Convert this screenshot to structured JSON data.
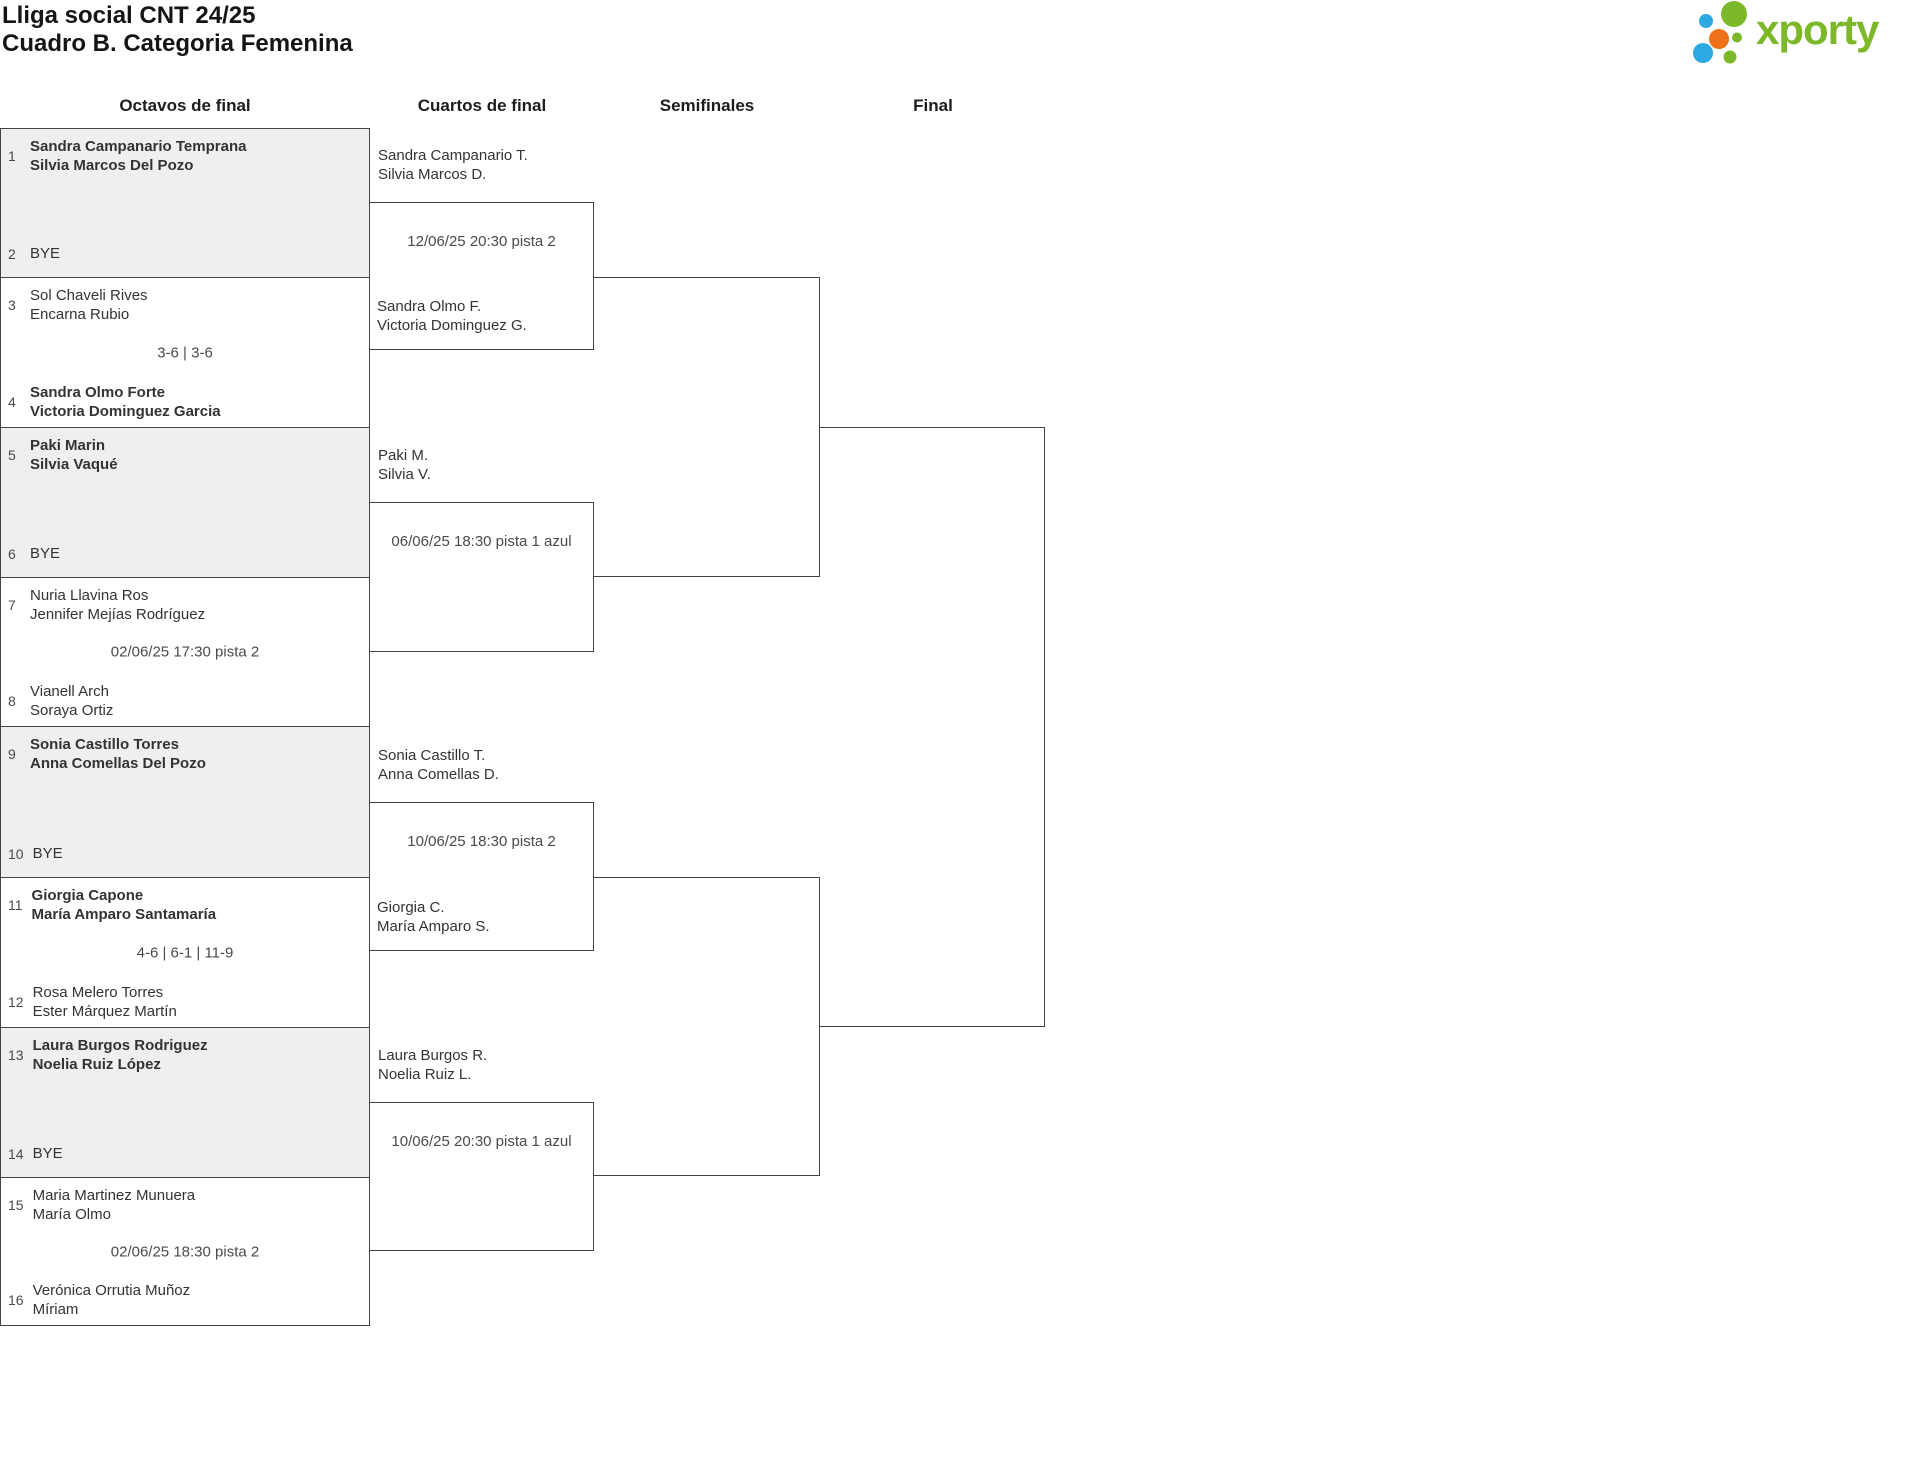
{
  "title": {
    "line1": "Lliga social CNT 24/25",
    "line2": "Cuadro B. Categoria Femenina"
  },
  "logo": {
    "text": "xporty",
    "green": "#7cb829",
    "blue": "#2da9e1",
    "orange": "#ed7117"
  },
  "round_headers": [
    "Octavos de final",
    "Cuartos de final",
    "Semifinales",
    "Final"
  ],
  "octavos": [
    {
      "seed1": "1",
      "team1": [
        "Sandra Campanario Temprana",
        "Silvia Marcos Del Pozo"
      ],
      "middle": "",
      "seed2": "2",
      "team2": [
        "BYE"
      ]
    },
    {
      "seed1": "3",
      "team1": [
        "Sol Chaveli Rives",
        "Encarna Rubio"
      ],
      "middle": "3-6 | 3-6",
      "seed2": "4",
      "team2": [
        "Sandra Olmo Forte",
        "Victoria Dominguez Garcia"
      ]
    },
    {
      "seed1": "5",
      "team1": [
        "Paki Marin",
        "Silvia Vaqué"
      ],
      "middle": "",
      "seed2": "6",
      "team2": [
        "BYE"
      ]
    },
    {
      "seed1": "7",
      "team1": [
        "Nuria Llavina Ros",
        "Jennifer Mejías Rodríguez"
      ],
      "middle": "02/06/25 17:30 pista 2",
      "seed2": "8",
      "team2": [
        "Vianell Arch",
        "Soraya Ortiz"
      ]
    },
    {
      "seed1": "9",
      "team1": [
        "Sonia Castillo Torres",
        "Anna Comellas Del Pozo"
      ],
      "middle": "",
      "seed2": "10",
      "team2": [
        "BYE"
      ]
    },
    {
      "seed1": "11",
      "team1": [
        "Giorgia Capone",
        "María Amparo Santamaría"
      ],
      "middle": "4-6 | 6-1 | 11-9",
      "seed2": "12",
      "team2": [
        "Rosa Melero Torres",
        "Ester Márquez Martín"
      ]
    },
    {
      "seed1": "13",
      "team1": [
        "Laura Burgos Rodriguez",
        "Noelia Ruiz López"
      ],
      "middle": "",
      "seed2": "14",
      "team2": [
        "BYE"
      ]
    },
    {
      "seed1": "15",
      "team1": [
        "Maria Martinez Munuera",
        "María Olmo"
      ],
      "middle": "02/06/25 18:30 pista 2",
      "seed2": "16",
      "team2": [
        "Verónica Orrutia Muñoz",
        "Míriam"
      ]
    }
  ],
  "cuartos": [
    {
      "top_team": [
        "Sandra Campanario T.",
        "Silvia Marcos D."
      ],
      "schedule": "12/06/25 20:30 pista 2",
      "bottom_team": [
        "Sandra Olmo F.",
        "Victoria Dominguez G."
      ]
    },
    {
      "top_team": [
        "Paki M.",
        "Silvia V."
      ],
      "schedule": "06/06/25 18:30 pista 1 azul",
      "bottom_team": [
        "",
        ""
      ]
    },
    {
      "top_team": [
        "Sonia Castillo T.",
        "Anna Comellas D."
      ],
      "schedule": "10/06/25 18:30 pista 2",
      "bottom_team": [
        "Giorgia C.",
        "María Amparo S."
      ]
    },
    {
      "top_team": [
        "Laura Burgos R.",
        "Noelia Ruiz L."
      ],
      "schedule": "10/06/25 20:30 pista 1 azul",
      "bottom_team": [
        "",
        ""
      ]
    }
  ]
}
